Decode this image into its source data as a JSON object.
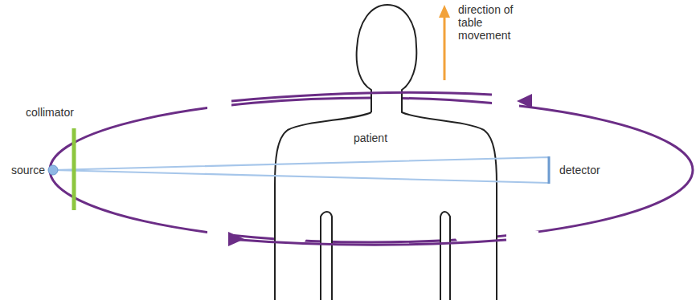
{
  "diagram": {
    "labels": [
      "collimator",
      "source",
      "patient",
      "detector",
      "direction of table movement"
    ]
  }
}
